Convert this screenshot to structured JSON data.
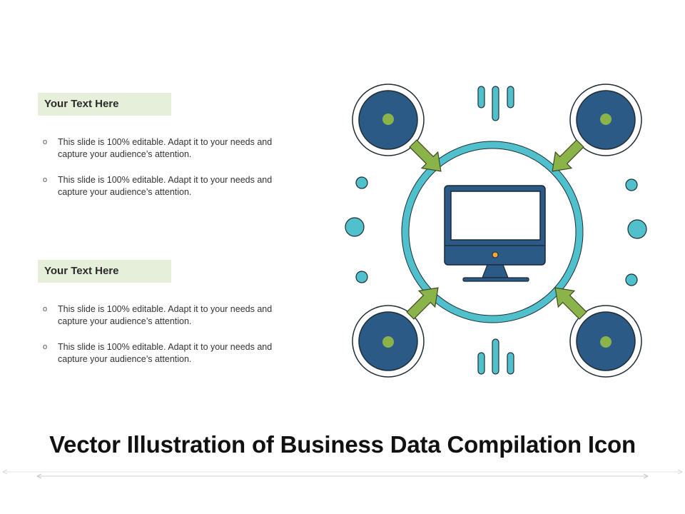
{
  "sections": [
    {
      "heading": "Your Text Here",
      "bullets": [
        "This slide is 100% editable. Adapt it to your needs and capture your audience’s attention.",
        "This slide is 100% editable. Adapt it to your needs and capture your audience’s attention."
      ]
    },
    {
      "heading": "Your Text Here",
      "bullets": [
        "This slide is 100% editable. Adapt it to your needs and capture your audience’s attention.",
        "This slide is 100% editable. Adapt it to your needs and capture your audience’s attention."
      ]
    }
  ],
  "bullet_marker": "o",
  "title": "Vector Illustration of Business Data Compilation Icon",
  "colors": {
    "navy": "#2c5a87",
    "teal": "#4fc0cc",
    "green": "#8ab34a",
    "heading_bg": "#e6efda"
  },
  "icons": [
    "monitor-icon",
    "arrow-icon",
    "data-node-icon"
  ]
}
